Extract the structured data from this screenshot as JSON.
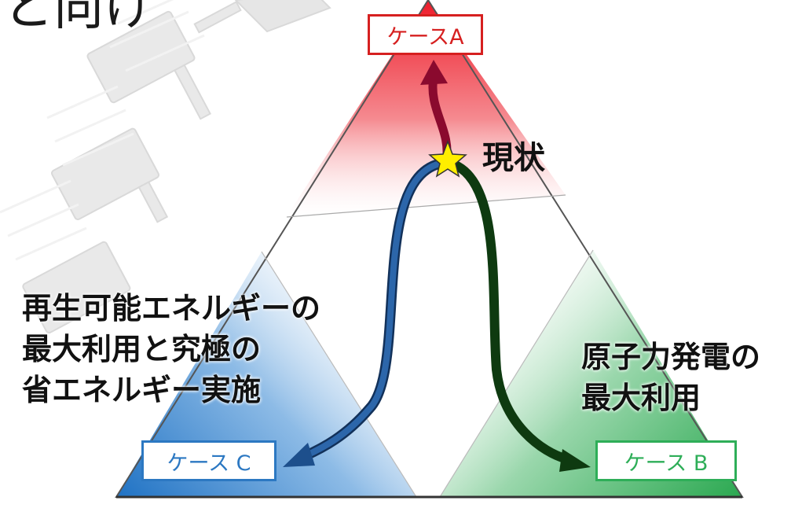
{
  "title_fragment": "と向け",
  "cases": {
    "a": "ケースA",
    "b": "ケース B",
    "c": "ケース C"
  },
  "current_state": "現状",
  "renewable_path": {
    "line1": "再生可能エネルギーの",
    "line2": "最大利用と究極の",
    "line3": "省エネルギー実施"
  },
  "nuclear_path": {
    "line1": "原子力発電の",
    "line2": "最大利用"
  },
  "colors": {
    "case_a": "#d62020",
    "case_b": "#2eae58",
    "case_c": "#2c78c2",
    "arrow_a": "#8a0a2e",
    "arrow_b": "#0e3a10",
    "arrow_c": "#1d4f8c",
    "star": "#ffee00"
  },
  "icons": {
    "star": "star-icon",
    "background": "solar-satellite-watermark"
  }
}
